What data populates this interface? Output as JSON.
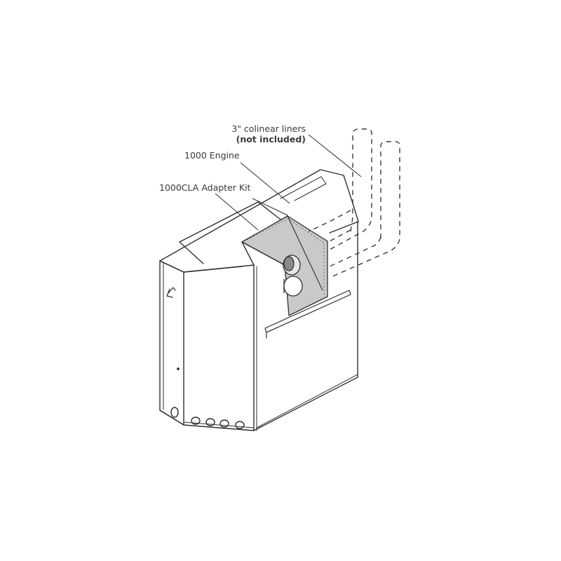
{
  "diagram": {
    "type": "technical-line-drawing",
    "subject": "Boiler unit with colinear liner adapter kit",
    "labels": [
      {
        "id": "liners",
        "line1": "3\" colinear liners",
        "line2": "(not included)"
      },
      {
        "id": "engine",
        "line1": "1000 Engine"
      },
      {
        "id": "adapter",
        "line1": "1000CLA Adapter Kit"
      }
    ],
    "colors": {
      "line": "#2f2f2f",
      "adapter_fill": "#c9c9c9",
      "background": "#ffffff",
      "dashed": "#3a3a3a"
    }
  }
}
